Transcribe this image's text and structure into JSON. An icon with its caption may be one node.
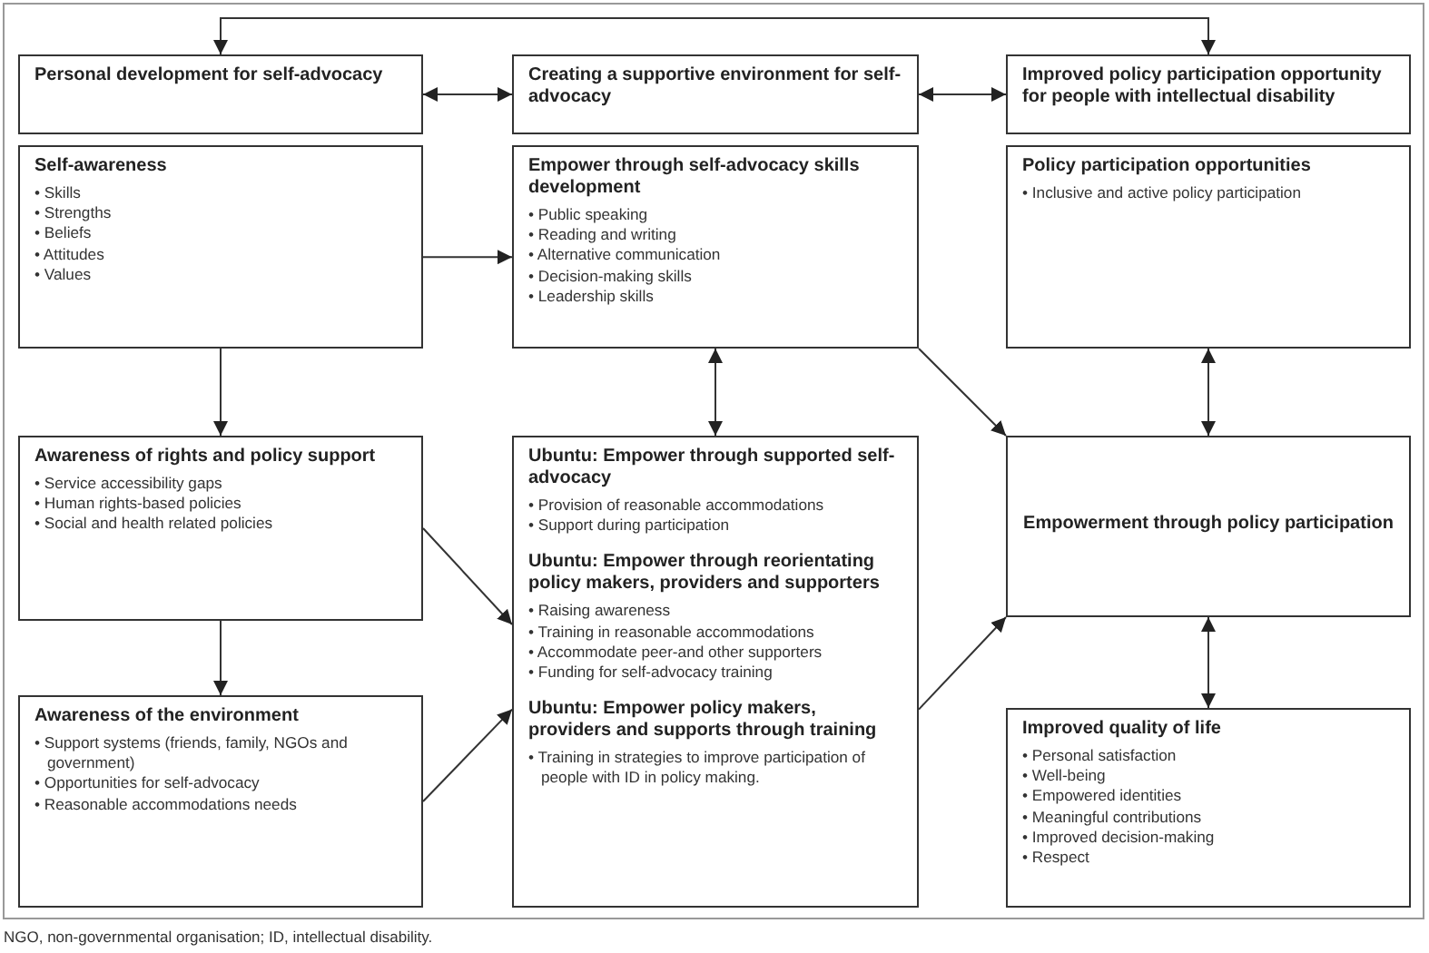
{
  "diagram": {
    "caption": "NGO, non-governmental organisation; ID, intellectual disability.",
    "nodes": [
      {
        "text": [
          "Personal development for self-advocacy"
        ]
      },
      {
        "text": [
          "Creating a supportive environment for self-advocacy"
        ]
      },
      {
        "text": [
          "Improved policy participation opportunity for people with intellectual disability"
        ]
      },
      {
        "text": [
          "Self-awareness",
          "• Skills",
          "• Strengths",
          "• Beliefs",
          "• Attitudes",
          "• Values"
        ]
      },
      {
        "text": [
          "Empower through self-advocacy skills development",
          "• Public speaking",
          "• Reading and writing",
          "• Alternative communication",
          "• Decision-making skills",
          "• Leadership skills"
        ]
      },
      {
        "text": [
          "Policy participation opportunities",
          "• Inclusive and active policy participation"
        ]
      },
      {
        "text": [
          "Awareness of rights and policy support",
          "• Service accessibility gaps",
          "• Human rights-based policies",
          "• Social and health related policies"
        ]
      },
      {
        "text": [
          "Awareness of the environment",
          "• Support systems (friends, family, NGOs and government)",
          "• Opportunities for self-advocacy",
          "• Reasonable accommodations needs"
        ]
      },
      {
        "text": [],
        "shape": "box"
      },
      {
        "text": [
          "Ubuntu: Empower through supported self-advocacy",
          "• Provision of reasonable accommodations",
          "• Support during participation"
        ],
        "in": 8
      },
      {
        "text": [
          "Ubuntu: Empower through reorientating policy makers, providers and supporters",
          "• Raising awareness",
          "• Training in reasonable accommodations",
          "• Accommodate peer-and other supporters",
          "• Funding for self-advocacy training"
        ],
        "in": 8
      },
      {
        "text": [
          "Ubuntu: Empower policy makers, providers and supports through training",
          "• Training in strategies to improve participation of people with ID in policy making."
        ],
        "in": 8
      },
      {
        "text": [
          "Empowerment through policy participation"
        ]
      },
      {
        "text": [
          "Improved quality of life",
          "• Personal satisfaction",
          "• Well-being",
          "• Empowered identities",
          "• Meaningful contributions",
          "• Improved decision-making",
          "• Respect"
        ]
      }
    ],
    "edges": [
      {
        "from": 0,
        "to": 1,
        "arrow": "both"
      },
      {
        "from": 1,
        "to": 2,
        "arrow": "both"
      },
      {
        "from": 0,
        "to": 2,
        "arrow": "both"
      },
      {
        "from": 3,
        "to": 4,
        "arrow": "to"
      },
      {
        "from": 3,
        "to": 6,
        "arrow": "to"
      },
      {
        "from": 6,
        "to": 7,
        "arrow": "to"
      },
      {
        "from": 4,
        "to": 8,
        "arrow": "both"
      },
      {
        "from": 4,
        "to": 12,
        "arrow": "to"
      },
      {
        "from": 6,
        "to": 8,
        "arrow": "to"
      },
      {
        "from": 7,
        "to": 8,
        "arrow": "to"
      },
      {
        "from": 8,
        "to": 12,
        "arrow": "to"
      },
      {
        "from": 5,
        "to": 12,
        "arrow": "both"
      },
      {
        "from": 12,
        "to": 13,
        "arrow": "both"
      }
    ]
  }
}
